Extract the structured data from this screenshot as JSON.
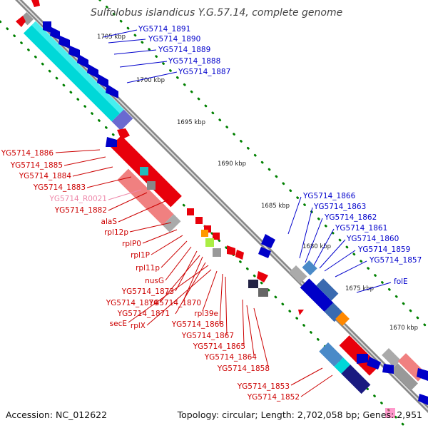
{
  "title": "Sulfolobus islandicus Y.G.57.14, complete genome",
  "footer": {
    "accession": "Accession: NC_012622",
    "topology": "Topology: circular; Length: 2,702,058 bp; Genes: 2,951"
  },
  "colors": {
    "backbone": "#888888",
    "forward_strand": "#e8000b",
    "reverse_strand": "#0000c8",
    "tick": "#008000",
    "blue_label": "#0000cc",
    "red_label": "#cc0000",
    "pink_label": "#ee88aa",
    "cyan_feature": "#00e0e0"
  },
  "kbp_ticks": [
    "1705 kbp",
    "1700 kbp",
    "1695 kbp",
    "1690 kbp",
    "1685 kbp",
    "1680 kbp",
    "1675 kbp",
    "1670 kbp"
  ],
  "blue_labels": [
    "YG5714_1891",
    "YG5714_1890",
    "YG5714_1889",
    "YG5714_1888",
    "YG5714_1887",
    "YG5714_1866",
    "YG5714_1863",
    "YG5714_1862",
    "YG5714_1861",
    "YG5714_1860",
    "YG5714_1859",
    "YG5714_1857",
    "folE"
  ],
  "red_labels": [
    "YG5714_1886",
    "YG5714_1885",
    "YG5714_1884",
    "YG5714_1883",
    "YG5714_R0021",
    "YG5714_1882",
    "alaS",
    "rpl12p",
    "rplP0",
    "rpl1P",
    "rpl11p",
    "nusG",
    "YG5714_1873",
    "YG5714_1874",
    "YG5714_1870",
    "YG5714_1871",
    "rpl39e",
    "secE",
    "rplX",
    "YG5714_1868",
    "YG5714_1867",
    "YG5714_1865",
    "YG5714_1864",
    "YG5714_1858",
    "YG5714_1853",
    "YG5714_1852"
  ]
}
